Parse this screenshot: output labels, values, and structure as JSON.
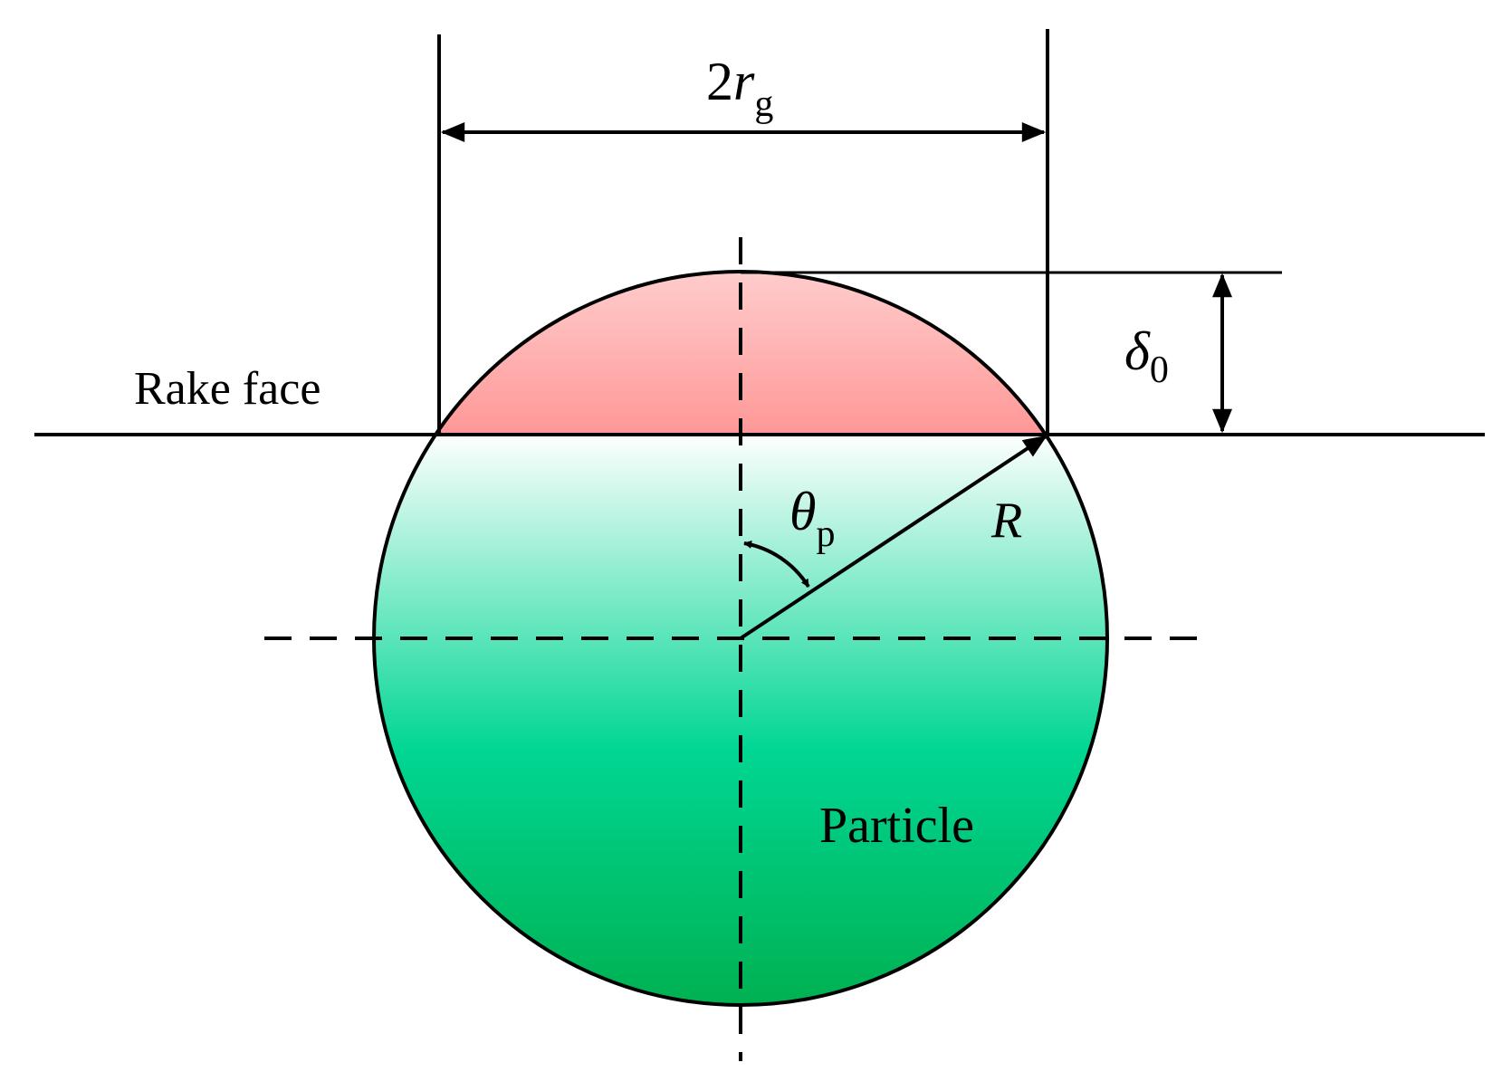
{
  "labels": {
    "width_prefix": "2",
    "width_symbol": "r",
    "width_subscript": "g",
    "rake_face": "Rake face",
    "depth_symbol": "δ",
    "depth_subscript": "0",
    "angle_symbol": "θ",
    "angle_subscript": "p",
    "radius_symbol": "R",
    "particle": "Particle"
  },
  "colors": {
    "cap_top": "#ffcccc",
    "cap_bottom": "#ff0000",
    "particle_top": "#ffffff",
    "particle_mid": "#00d693",
    "particle_bottom": "#00b050",
    "stroke": "#000000"
  }
}
